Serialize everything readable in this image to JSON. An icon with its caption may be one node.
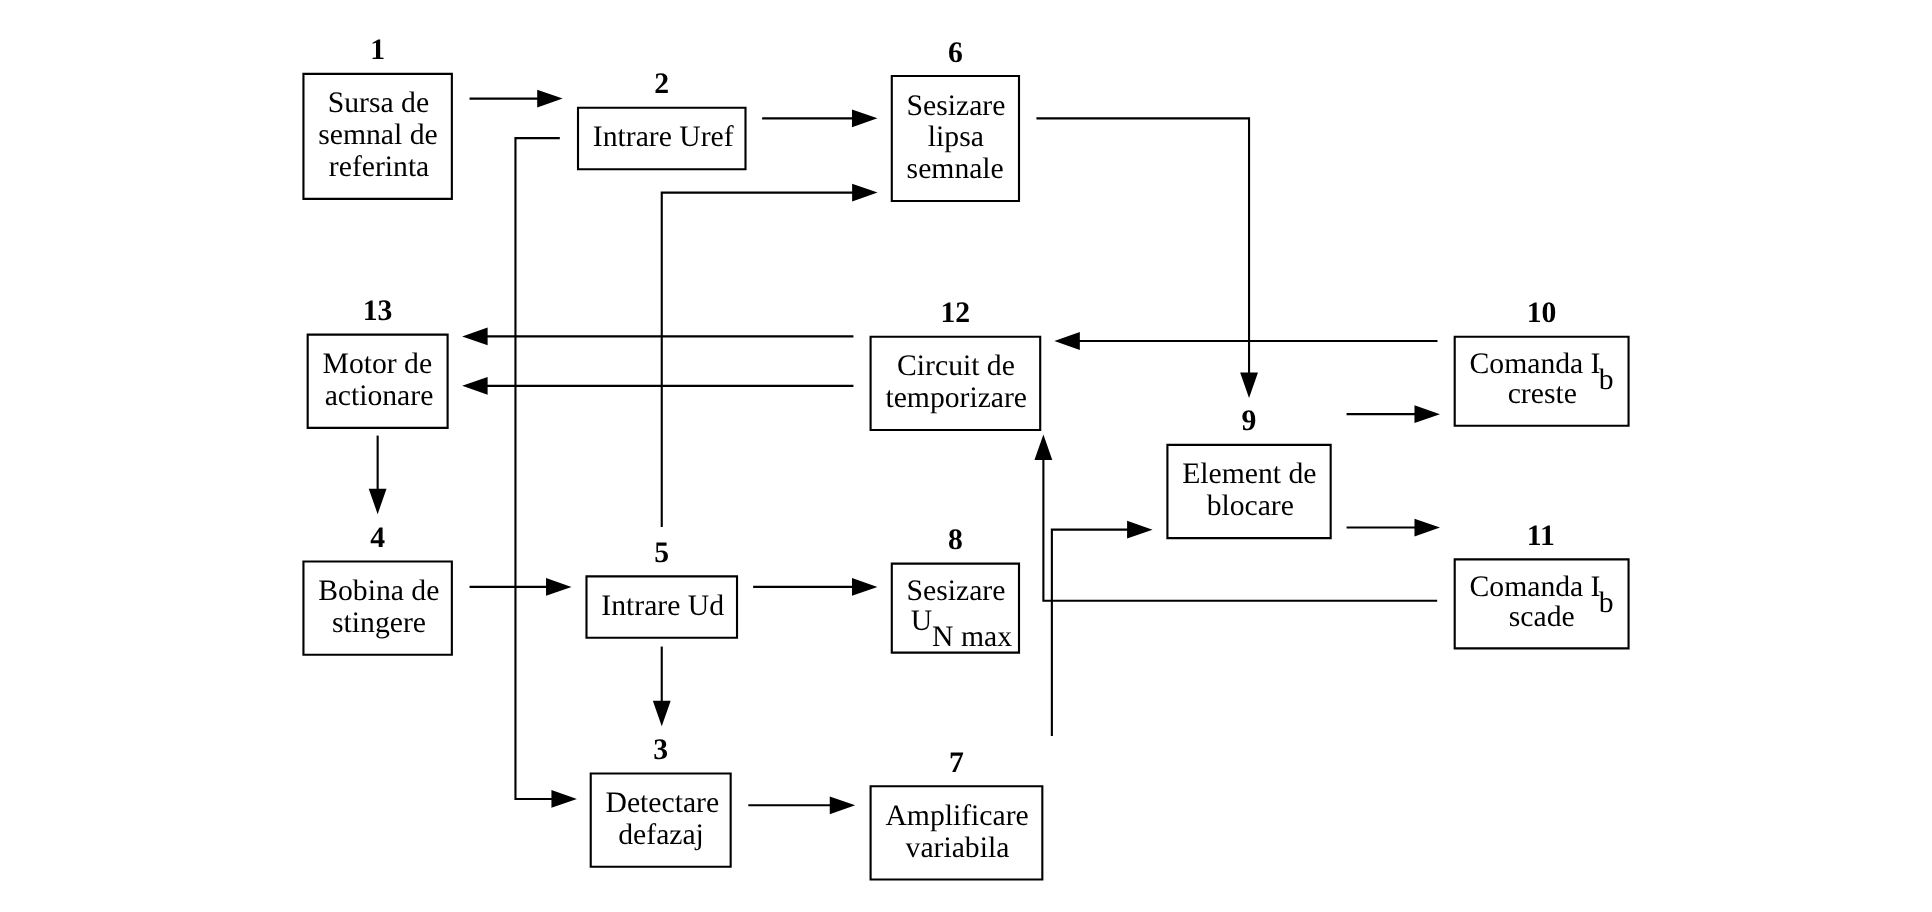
{
  "diagram": {
    "nodes": [
      {
        "text": [
          "Sursa de semnal de referinta"
        ],
        "beside": [
          "1"
        ]
      },
      {
        "text": [
          "Intrare Uref"
        ],
        "beside": [
          "2"
        ]
      },
      {
        "text": [
          "Sesizare lipsa semnale"
        ],
        "beside": [
          "6"
        ]
      },
      {
        "text": [
          "Detectare defazaj"
        ],
        "beside": [
          "3"
        ]
      },
      {
        "text": [
          "Amplificare variabila"
        ],
        "beside": [
          "7"
        ]
      },
      {
        "text": [
          "Element de blocare"
        ],
        "beside": [
          "9"
        ]
      },
      {
        "text": [
          "Comanda I$_{b}$ creste"
        ],
        "beside": [
          "10"
        ]
      },
      {
        "text": [
          "Comanda I$_{b}$ scade"
        ],
        "beside": [
          "11"
        ]
      },
      {
        "text": [
          "Bobina de stingere"
        ],
        "beside": [
          "4"
        ]
      },
      {
        "text": [
          "Intrare Ud"
        ],
        "beside": [
          "5"
        ]
      },
      {
        "text": [
          "Sesizare U$_{N max}$"
        ],
        "beside": [
          "8"
        ]
      },
      {
        "text": [
          "Motor de actionare"
        ],
        "beside": [
          "13"
        ]
      },
      {
        "text": [
          "Circuit de temporizare"
        ],
        "beside": [
          "12"
        ]
      }
    ],
    "edges": [
      {
        "from": 0,
        "to": 1,
        "arrow": "to"
      },
      {
        "from": 1,
        "to": 2,
        "arrow": "to"
      },
      {
        "from": 1,
        "to": 3,
        "arrow": "to"
      },
      {
        "from": 9,
        "to": 3,
        "arrow": "to"
      },
      {
        "from": 9,
        "to": 2,
        "arrow": "to"
      },
      {
        "from": 9,
        "to": 10,
        "arrow": "to"
      },
      {
        "from": 3,
        "to": 4,
        "arrow": "to"
      },
      {
        "from": 4,
        "to": 5,
        "arrow": "to"
      },
      {
        "from": 2,
        "to": 5,
        "arrow": "to"
      },
      {
        "from": 5,
        "to": 6,
        "arrow": "to"
      },
      {
        "from": 5,
        "to": 7,
        "arrow": "to"
      },
      {
        "from": 6,
        "to": 12,
        "arrow": "to"
      },
      {
        "from": 7,
        "to": 12,
        "arrow": "to"
      },
      {
        "from": 12,
        "to": 11,
        "arrow": "to"
      },
      {
        "from": 12,
        "to": 11,
        "arrow": "to"
      },
      {
        "from": 11,
        "to": 8,
        "arrow": "to"
      },
      {
        "from": 8,
        "to": 9,
        "arrow": "to"
      }
    ]
  }
}
